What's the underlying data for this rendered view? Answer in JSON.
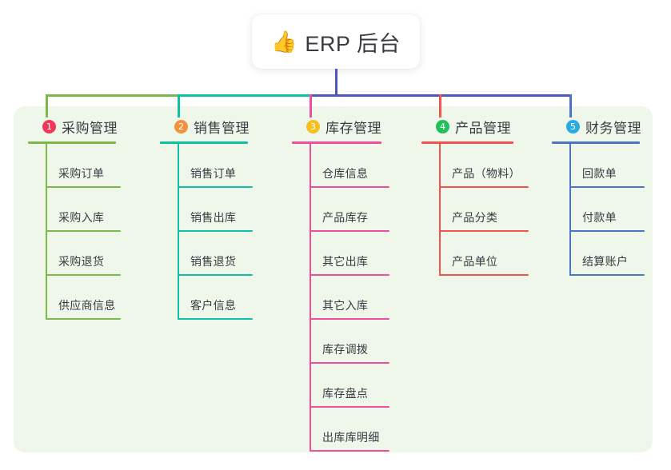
{
  "root": {
    "icon": "thumbs-up-icon",
    "emoji": "👍",
    "label": "ERP 后台"
  },
  "palette": {
    "panel_bg": "#EFF7EA",
    "page_bg": "#FFFFFF",
    "text": "#3A3A42",
    "root_stem": "#4E56C0"
  },
  "trunk": {
    "left_segment_color": "#7EB84B",
    "mid_segment_color": "#0FC1A3",
    "right_segment_color": "#4E56C0"
  },
  "columns": [
    {
      "number": "1",
      "badge_color": "#F0395A",
      "line_color": "#7EB84B",
      "drop_color": "#7EB84B",
      "title": "采购管理",
      "items": [
        "采购订单",
        "采购入库",
        "采购退货",
        "供应商信息"
      ]
    },
    {
      "number": "2",
      "badge_color": "#F2923C",
      "line_color": "#0FC1A3",
      "drop_color": "#0FC1A3",
      "title": "销售管理",
      "items": [
        "销售订单",
        "销售出库",
        "销售退货",
        "客户信息"
      ]
    },
    {
      "number": "3",
      "badge_color": "#F6C020",
      "line_color": "#EE4E9B",
      "drop_color": "#EE4E9B",
      "title": "库存管理",
      "items": [
        "仓库信息",
        "产品库存",
        "其它出库",
        "其它入库",
        "库存调拨",
        "库存盘点",
        "出库库明细"
      ]
    },
    {
      "number": "4",
      "badge_color": "#22C05A",
      "line_color": "#F0544F",
      "drop_color": "#F0544F",
      "title": "产品管理",
      "items": [
        "产品（物料）",
        "产品分类",
        "产品单位"
      ]
    },
    {
      "number": "5",
      "badge_color": "#29ABE2",
      "line_color": "#4F73C4",
      "drop_color": "#4F73C4",
      "title": "财务管理",
      "items": [
        "回款单",
        "付款单",
        "结算账户"
      ]
    }
  ]
}
